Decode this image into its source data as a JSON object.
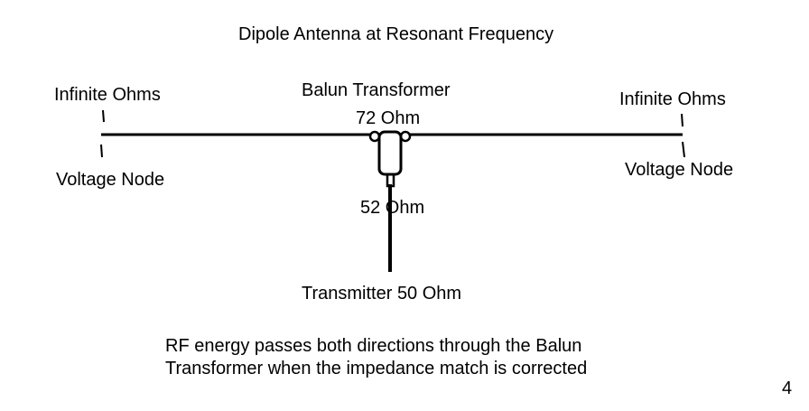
{
  "title": "Dipole Antenna at Resonant Frequency",
  "left_end": {
    "impedance": "Infinite Ohms",
    "node": "Voltage Node"
  },
  "right_end": {
    "impedance": "Infinite Ohms",
    "node": "Voltage Node"
  },
  "balun": {
    "label": "Balun Transformer",
    "antenna_side": "72 Ohm",
    "feed_side": "52 Ohm"
  },
  "transmitter": "Transmitter 50 Ohm",
  "caption": [
    "RF energy passes both directions through the Balun",
    "Transformer when the impedance match is corrected"
  ],
  "page_number": "4"
}
